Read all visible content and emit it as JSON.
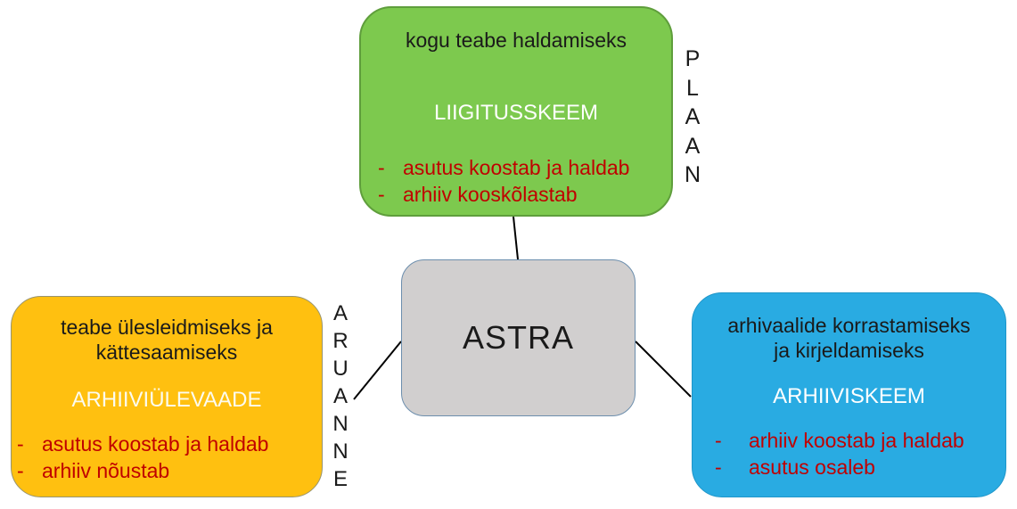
{
  "diagram": {
    "dash": "-",
    "center_box": {
      "label": "ASTRA",
      "fill": "#D1CFCF"
    },
    "top_box": {
      "purpose": "kogu teabe haldamiseks",
      "title": "LIIGITUSSKEEM",
      "bullets": [
        "asutus koostab ja haldab",
        "arhiiv kooskõlastab"
      ],
      "fill": "#7DC94E"
    },
    "left_box": {
      "purpose": "teabe ülesleidmiseks ja kättesaamiseks",
      "title": "ARHIIVIÜLEVAADE",
      "bullets": [
        "asutus koostab ja haldab",
        "arhiiv nõustab"
      ],
      "fill": "#FFC010"
    },
    "right_box": {
      "purpose": "arhivaalide korrastamiseks ja kirjeldamiseks",
      "title": "ARHIIVISKEEM",
      "bullets": [
        "arhiiv koostab ja haldab",
        "asutus osaleb"
      ],
      "fill": "#29ABE2"
    },
    "side_labels": {
      "plaan": "P\nL\nA\nA\nN",
      "aruanne": "A\nR\nU\nA\nN\nN\nE"
    },
    "accent_colors": {
      "bullet_text": "#C00000",
      "heading_text": "#FFFFFF",
      "body_text": "#1A1A1A",
      "connector": "#000000"
    }
  }
}
